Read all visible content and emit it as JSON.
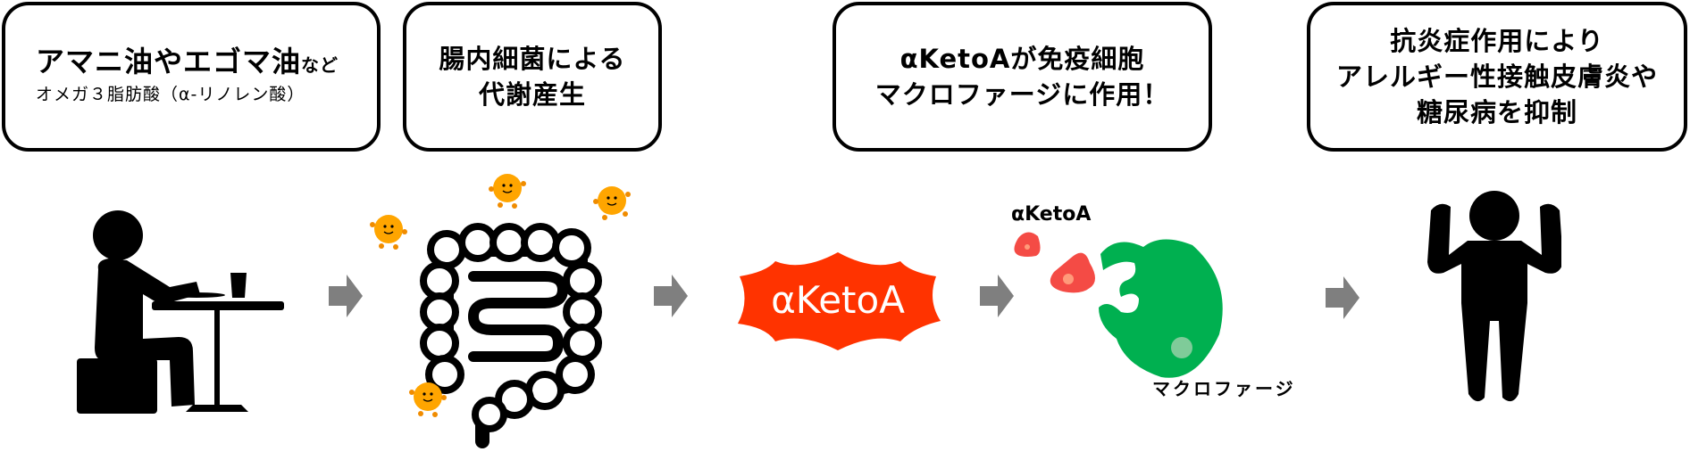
{
  "steps": [
    {
      "title_main": "アマニ油やエゴマ油",
      "title_suffix": "など",
      "subtitle": "オメガ３脂肪酸（α-リノレン酸）"
    },
    {
      "lines": [
        "腸内細菌による",
        "代謝産生"
      ]
    },
    {
      "lines": [
        "αKetoAが免疫細胞",
        "マクロファージに作用！"
      ]
    },
    {
      "lines": [
        "抗炎症作用により",
        "アレルギー性接触皮膚炎や",
        "糖尿病を抑制"
      ]
    }
  ],
  "illustrations": {
    "ketoa_badge_label": "αKetoA",
    "ketoa_small_label": "αKetoA",
    "macrophage_label": "マクロファージ"
  },
  "colors": {
    "arrow": "#7f7f7f",
    "ketoa_badge": "#ff3300",
    "ketoa_molecule": "#f44b45",
    "macrophage": "#00b050",
    "bacteria": "#ffa500"
  }
}
